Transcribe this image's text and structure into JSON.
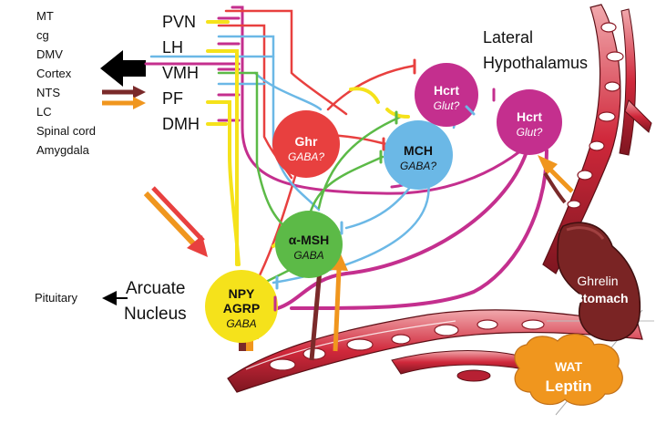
{
  "projection_targets": [
    "MT",
    "cg",
    "DMV",
    "Cortex",
    "NTS",
    "LC",
    "Spinal cord",
    "Amygdala"
  ],
  "hypothalamic_regions": [
    "PVN",
    "LH",
    "VMH",
    "PF",
    "DMH"
  ],
  "lateral_hypothalamus_label": [
    "Lateral",
    "Hypothalamus"
  ],
  "arcuate_label": [
    "Arcuate",
    "Nucleus"
  ],
  "pituitary_label": "Pituitary",
  "nodes": {
    "ghr": {
      "name": "Ghr",
      "transmitter": "GABA?",
      "color": "#e8403f"
    },
    "mch": {
      "name": "MCH",
      "transmitter": "GABA?",
      "color": "#6bb8e6"
    },
    "hcrt1": {
      "name": "Hcrt",
      "transmitter": "Glut?",
      "color": "#c42f8e"
    },
    "hcrt2": {
      "name": "Hcrt",
      "transmitter": "Glut?",
      "color": "#c42f8e"
    },
    "amsh": {
      "name": "α-MSH",
      "transmitter": "GABA",
      "color": "#5cba47"
    },
    "npy": {
      "name_line1": "NPY",
      "name_line2": "AGRP",
      "transmitter": "GABA",
      "color": "#f5e21b"
    }
  },
  "stomach": {
    "line1": "Ghrelin",
    "line2": "Stomach",
    "color": "#7a2424"
  },
  "wat": {
    "line1": "WAT",
    "line2": "Leptin",
    "color": "#f0961e"
  },
  "pathway_colors": {
    "red": "#e8403f",
    "blue": "#6bb8e6",
    "magenta": "#c42f8e",
    "green": "#5cba47",
    "yellow": "#f5e21b",
    "maroon": "#7a2a2a",
    "orange": "#f0961e"
  }
}
